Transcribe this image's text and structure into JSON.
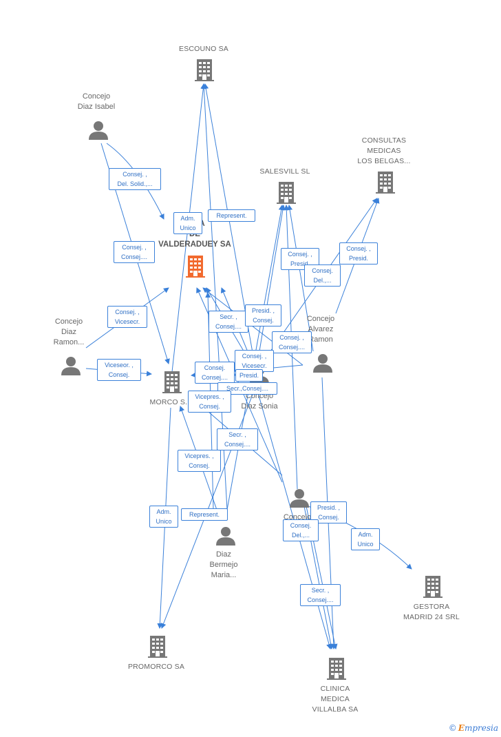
{
  "colors": {
    "edge": "#3a80d9",
    "icon": "#777777",
    "focus": "#f26a2e",
    "label": "#666666"
  },
  "nodes": [
    {
      "id": "escouno",
      "kind": "company",
      "label": "ESCOUNO SA"
    },
    {
      "id": "consultas",
      "kind": "company",
      "label": "CONSULTAS\nMEDICAS\nLOS BELGAS..."
    },
    {
      "id": "salesvill",
      "kind": "company",
      "label": "SALESVILL SL"
    },
    {
      "id": "focus",
      "kind": "focus",
      "label": "...IBA\nDE\nVALDERADUEY SA"
    },
    {
      "id": "morco",
      "kind": "company",
      "label": "MORCO S..."
    },
    {
      "id": "promorco",
      "kind": "company",
      "label": "PROMORCO SA"
    },
    {
      "id": "gestora",
      "kind": "company",
      "label": "GESTORA\nMADRID 24 SRL"
    },
    {
      "id": "clinica",
      "kind": "company",
      "label": "CLINICA\nMEDICA\nVILLALBA SA"
    },
    {
      "id": "isabel",
      "kind": "person",
      "label": "Concejo\nDiaz Isabel"
    },
    {
      "id": "ramon",
      "kind": "person",
      "label": "Concejo\nDiaz\nRamon..."
    },
    {
      "id": "alvarez",
      "kind": "person",
      "label": "Concejo\nAlvarez\nRamon"
    },
    {
      "id": "sonia",
      "kind": "person",
      "label": "Concejo\nDiaz Sonia"
    },
    {
      "id": "bermejo",
      "kind": "person",
      "label": "Diaz\nBermejo\nMaria..."
    },
    {
      "id": "d2",
      "kind": "person",
      "label": "Concejo\nD..."
    }
  ],
  "edge_labels": [
    "Consej. ,\nDel. Solid.,...",
    "Adm.\nUnico",
    "Represent.",
    "Consej. ,\nConsej....",
    "Consej. ,\nVicesecr.",
    "Viceseor. ,\nConsej.",
    "Secr. ,\nConsej....",
    "Presid. ,\nConsej.",
    "Consej. ,\nPresid.",
    "Consej.\nDel.,...",
    "Consej. ,\nPresid.",
    "Consej. ,\nConsej....",
    "Consej. ,\nVicesecr.",
    "Consej.\nConsej....",
    "Presid.",
    "Secr.,Consej....",
    "Vicepres. ,\nConsej.",
    "Secr. ,\nConsej....",
    "Vicepres. ,\nConsej.",
    "Adm.\nUnico",
    "Represent.",
    "Presid. ,\nConsej.",
    "Consej.\nDel.,...",
    "Adm.\nUnico",
    "Secr. ,\nConsej...."
  ],
  "footer": {
    "copyright": "©",
    "brand_initial": "E",
    "brand_rest": "mpresia"
  }
}
